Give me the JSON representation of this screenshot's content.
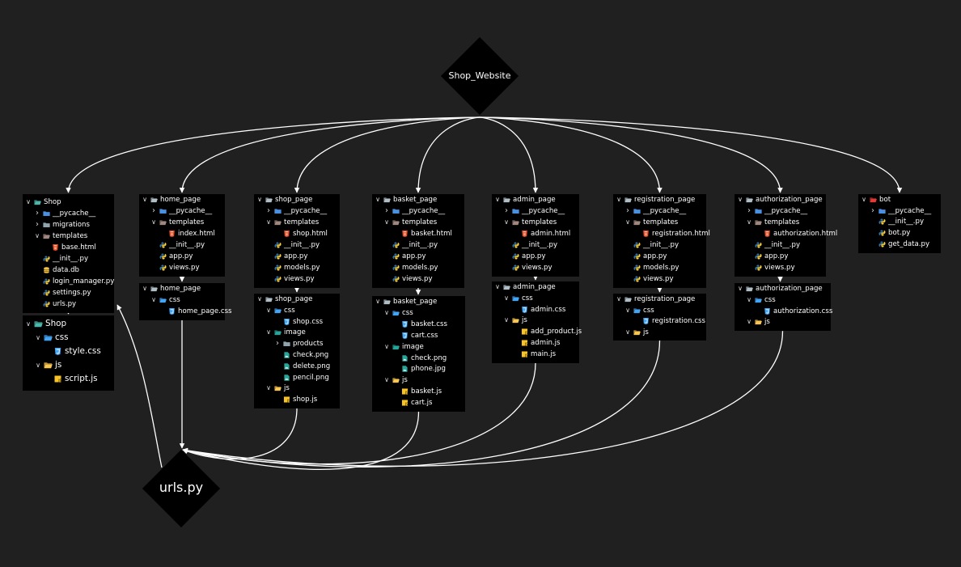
{
  "root_label": "Shop_Website",
  "target_label": "urls.py",
  "colors": {
    "background": "#202020",
    "panel": "#000000",
    "text": "#ffffff",
    "connector": "#ffffff",
    "folder": "#90a4ae",
    "folder_open": "#b0bec5",
    "pycache_folder": "#4a90e2",
    "templates_folder": "#a1887f",
    "css_folder": "#42a5f5",
    "js_folder": "#f9c74f",
    "image_folder": "#26a69a",
    "app_folder": "#4db6ac",
    "bot_folder": "#e53935",
    "html_file": "#e44d26",
    "css_file": "#42a5f5",
    "js_file": "#f7c325",
    "py_blue": "#3572a5",
    "py_yellow": "#ffd43b",
    "db_file": "#f4c542",
    "png_file": "#26a69a"
  },
  "panels": [
    {
      "id": "shop",
      "rows": [
        {
          "label": "Shop",
          "icon": "app-folder-open-icon",
          "chev": "down",
          "depth": 0
        },
        {
          "label": "__pycache__",
          "icon": "pycache-folder-icon",
          "chev": "right",
          "depth": 1
        },
        {
          "label": "migrations",
          "icon": "folder-icon",
          "chev": "right",
          "depth": 1
        },
        {
          "label": "templates",
          "icon": "templates-folder-open-icon",
          "chev": "down",
          "depth": 1
        },
        {
          "label": "base.html",
          "icon": "html-file-icon",
          "depth": 2
        },
        {
          "label": "__init__.py",
          "icon": "python-file-icon",
          "depth": 1
        },
        {
          "label": "data.db",
          "icon": "database-file-icon",
          "depth": 1
        },
        {
          "label": "login_manager.py",
          "icon": "python-file-icon",
          "depth": 1
        },
        {
          "label": "settings.py",
          "icon": "python-file-icon",
          "depth": 1
        },
        {
          "label": "urls.py",
          "icon": "python-file-icon",
          "depth": 1
        }
      ]
    },
    {
      "id": "shop-static",
      "rows": [
        {
          "label": "Shop",
          "icon": "app-folder-open-icon",
          "chev": "down",
          "depth": 0
        },
        {
          "label": "css",
          "icon": "css-folder-open-icon",
          "chev": "down",
          "depth": 1
        },
        {
          "label": "style.css",
          "icon": "css-file-icon",
          "depth": 2
        },
        {
          "label": "js",
          "icon": "js-folder-open-icon",
          "chev": "down",
          "depth": 1
        },
        {
          "label": "script.js",
          "icon": "js-file-icon",
          "depth": 2
        }
      ]
    },
    {
      "id": "home-page",
      "rows": [
        {
          "label": "home_page",
          "icon": "folder-open-icon",
          "chev": "down",
          "depth": 0
        },
        {
          "label": "__pycache__",
          "icon": "pycache-folder-icon",
          "chev": "right",
          "depth": 1
        },
        {
          "label": "templates",
          "icon": "templates-folder-open-icon",
          "chev": "down",
          "depth": 1
        },
        {
          "label": "index.html",
          "icon": "html-file-icon",
          "depth": 2
        },
        {
          "label": "__init__.py",
          "icon": "python-file-icon",
          "depth": 1
        },
        {
          "label": "app.py",
          "icon": "python-file-icon",
          "depth": 1
        },
        {
          "label": "views.py",
          "icon": "python-file-icon",
          "depth": 1
        }
      ]
    },
    {
      "id": "home-page-static",
      "rows": [
        {
          "label": "home_page",
          "icon": "folder-open-icon",
          "chev": "down",
          "depth": 0
        },
        {
          "label": "css",
          "icon": "css-folder-open-icon",
          "chev": "down",
          "depth": 1
        },
        {
          "label": "home_page.css",
          "icon": "css-file-icon",
          "depth": 2
        }
      ]
    },
    {
      "id": "shop-page",
      "rows": [
        {
          "label": "shop_page",
          "icon": "folder-open-icon",
          "chev": "down",
          "depth": 0
        },
        {
          "label": "__pycache__",
          "icon": "pycache-folder-icon",
          "chev": "right",
          "depth": 1
        },
        {
          "label": "templates",
          "icon": "templates-folder-open-icon",
          "chev": "down",
          "depth": 1
        },
        {
          "label": "shop.html",
          "icon": "html-file-icon",
          "depth": 2
        },
        {
          "label": "__init__.py",
          "icon": "python-file-icon",
          "depth": 1
        },
        {
          "label": "app.py",
          "icon": "python-file-icon",
          "depth": 1
        },
        {
          "label": "models.py",
          "icon": "python-file-icon",
          "depth": 1
        },
        {
          "label": "views.py",
          "icon": "python-file-icon",
          "depth": 1
        }
      ]
    },
    {
      "id": "shop-page-static",
      "rows": [
        {
          "label": "shop_page",
          "icon": "folder-open-icon",
          "chev": "down",
          "depth": 0
        },
        {
          "label": "css",
          "icon": "css-folder-open-icon",
          "chev": "down",
          "depth": 1
        },
        {
          "label": "shop.css",
          "icon": "css-file-icon",
          "depth": 2
        },
        {
          "label": "image",
          "icon": "image-folder-open-icon",
          "chev": "down",
          "depth": 1
        },
        {
          "label": "products",
          "icon": "folder-icon",
          "chev": "right",
          "depth": 2
        },
        {
          "label": "check.png",
          "icon": "png-file-icon",
          "depth": 2
        },
        {
          "label": "delete.png",
          "icon": "png-file-icon",
          "depth": 2
        },
        {
          "label": "pencil.png",
          "icon": "png-file-icon",
          "depth": 2
        },
        {
          "label": "js",
          "icon": "js-folder-open-icon",
          "chev": "down",
          "depth": 1
        },
        {
          "label": "shop.js",
          "icon": "js-file-icon",
          "depth": 2
        }
      ]
    },
    {
      "id": "basket-page",
      "rows": [
        {
          "label": "basket_page",
          "icon": "folder-open-icon",
          "chev": "down",
          "depth": 0
        },
        {
          "label": "__pycache__",
          "icon": "pycache-folder-icon",
          "chev": "right",
          "depth": 1
        },
        {
          "label": "templates",
          "icon": "templates-folder-open-icon",
          "chev": "down",
          "depth": 1
        },
        {
          "label": "basket.html",
          "icon": "html-file-icon",
          "depth": 2
        },
        {
          "label": "__init__.py",
          "icon": "python-file-icon",
          "depth": 1
        },
        {
          "label": "app.py",
          "icon": "python-file-icon",
          "depth": 1
        },
        {
          "label": "models.py",
          "icon": "python-file-icon",
          "depth": 1
        },
        {
          "label": "views.py",
          "icon": "python-file-icon",
          "depth": 1
        }
      ]
    },
    {
      "id": "basket-page-static",
      "rows": [
        {
          "label": "basket_page",
          "icon": "folder-open-icon",
          "chev": "down",
          "depth": 0
        },
        {
          "label": "css",
          "icon": "css-folder-open-icon",
          "chev": "down",
          "depth": 1
        },
        {
          "label": "basket.css",
          "icon": "css-file-icon",
          "depth": 2
        },
        {
          "label": "cart.css",
          "icon": "css-file-icon",
          "depth": 2
        },
        {
          "label": "image",
          "icon": "image-folder-open-icon",
          "chev": "down",
          "depth": 1
        },
        {
          "label": "check.png",
          "icon": "png-file-icon",
          "depth": 2
        },
        {
          "label": "phone.jpg",
          "icon": "png-file-icon",
          "depth": 2
        },
        {
          "label": "js",
          "icon": "js-folder-open-icon",
          "chev": "down",
          "depth": 1
        },
        {
          "label": "basket.js",
          "icon": "js-file-icon",
          "depth": 2
        },
        {
          "label": "cart.js",
          "icon": "js-file-icon",
          "depth": 2
        }
      ]
    },
    {
      "id": "admin-page",
      "rows": [
        {
          "label": "admin_page",
          "icon": "folder-open-icon",
          "chev": "down",
          "depth": 0
        },
        {
          "label": "__pycache__",
          "icon": "pycache-folder-icon",
          "chev": "right",
          "depth": 1
        },
        {
          "label": "templates",
          "icon": "templates-folder-open-icon",
          "chev": "down",
          "depth": 1
        },
        {
          "label": "admin.html",
          "icon": "html-file-icon",
          "depth": 2
        },
        {
          "label": "__init__.py",
          "icon": "python-file-icon",
          "depth": 1
        },
        {
          "label": "app.py",
          "icon": "python-file-icon",
          "depth": 1
        },
        {
          "label": "views.py",
          "icon": "python-file-icon",
          "depth": 1
        }
      ]
    },
    {
      "id": "admin-page-static",
      "rows": [
        {
          "label": "admin_page",
          "icon": "folder-open-icon",
          "chev": "down",
          "depth": 0
        },
        {
          "label": "css",
          "icon": "css-folder-open-icon",
          "chev": "down",
          "depth": 1
        },
        {
          "label": "admin.css",
          "icon": "css-file-icon",
          "depth": 2
        },
        {
          "label": "js",
          "icon": "js-folder-open-icon",
          "chev": "down",
          "depth": 1
        },
        {
          "label": "add_product.js",
          "icon": "js-file-icon",
          "depth": 2
        },
        {
          "label": "admin.js",
          "icon": "js-file-icon",
          "depth": 2
        },
        {
          "label": "main.js",
          "icon": "js-file-icon",
          "depth": 2
        }
      ]
    },
    {
      "id": "registration-page",
      "rows": [
        {
          "label": "registration_page",
          "icon": "folder-open-icon",
          "chev": "down",
          "depth": 0
        },
        {
          "label": "__pycache__",
          "icon": "pycache-folder-icon",
          "chev": "right",
          "depth": 1
        },
        {
          "label": "templates",
          "icon": "templates-folder-open-icon",
          "chev": "down",
          "depth": 1
        },
        {
          "label": "registration.html",
          "icon": "html-file-icon",
          "depth": 2
        },
        {
          "label": "__init__.py",
          "icon": "python-file-icon",
          "depth": 1
        },
        {
          "label": "app.py",
          "icon": "python-file-icon",
          "depth": 1
        },
        {
          "label": "models.py",
          "icon": "python-file-icon",
          "depth": 1
        },
        {
          "label": "views.py",
          "icon": "python-file-icon",
          "depth": 1
        }
      ]
    },
    {
      "id": "registration-page-static",
      "rows": [
        {
          "label": "registration_page",
          "icon": "folder-open-icon",
          "chev": "down",
          "depth": 0
        },
        {
          "label": "css",
          "icon": "css-folder-open-icon",
          "chev": "down",
          "depth": 1
        },
        {
          "label": "registration.css",
          "icon": "css-file-icon",
          "depth": 2
        },
        {
          "label": "js",
          "icon": "js-folder-open-icon",
          "chev": "down",
          "depth": 1
        }
      ]
    },
    {
      "id": "authorization-page",
      "rows": [
        {
          "label": "authorization_page",
          "icon": "folder-open-icon",
          "chev": "down",
          "depth": 0
        },
        {
          "label": "__pycache__",
          "icon": "pycache-folder-icon",
          "chev": "right",
          "depth": 1
        },
        {
          "label": "templates",
          "icon": "templates-folder-open-icon",
          "chev": "down",
          "depth": 1
        },
        {
          "label": "authorization.html",
          "icon": "html-file-icon",
          "depth": 2
        },
        {
          "label": "__init__.py",
          "icon": "python-file-icon",
          "depth": 1
        },
        {
          "label": "app.py",
          "icon": "python-file-icon",
          "depth": 1
        },
        {
          "label": "views.py",
          "icon": "python-file-icon",
          "depth": 1
        }
      ]
    },
    {
      "id": "authorization-page-static",
      "rows": [
        {
          "label": "authorization_page",
          "icon": "folder-open-icon",
          "chev": "down",
          "depth": 0
        },
        {
          "label": "css",
          "icon": "css-folder-open-icon",
          "chev": "down",
          "depth": 1
        },
        {
          "label": "authorization.css",
          "icon": "css-file-icon",
          "depth": 2
        },
        {
          "label": "js",
          "icon": "js-folder-open-icon",
          "chev": "down",
          "depth": 1
        }
      ]
    },
    {
      "id": "bot",
      "rows": [
        {
          "label": "bot",
          "icon": "bot-folder-open-icon",
          "chev": "down",
          "depth": 0
        },
        {
          "label": "__pycache__",
          "icon": "pycache-folder-icon",
          "chev": "right",
          "depth": 1
        },
        {
          "label": "__init__.py",
          "icon": "python-file-icon",
          "depth": 1
        },
        {
          "label": "bot.py",
          "icon": "python-file-icon",
          "depth": 1
        },
        {
          "label": "get_data.py",
          "icon": "python-file-icon",
          "depth": 1
        }
      ]
    }
  ],
  "edges": [
    {
      "from": "Shop_Website",
      "to": "shop"
    },
    {
      "from": "Shop_Website",
      "to": "home-page"
    },
    {
      "from": "Shop_Website",
      "to": "shop-page"
    },
    {
      "from": "Shop_Website",
      "to": "basket-page"
    },
    {
      "from": "Shop_Website",
      "to": "admin-page"
    },
    {
      "from": "Shop_Website",
      "to": "registration-page"
    },
    {
      "from": "Shop_Website",
      "to": "authorization-page"
    },
    {
      "from": "Shop_Website",
      "to": "bot"
    },
    {
      "from": "shop",
      "to": "shop-static"
    },
    {
      "from": "home-page",
      "to": "home-page-static"
    },
    {
      "from": "shop-page",
      "to": "shop-page-static"
    },
    {
      "from": "basket-page",
      "to": "basket-page-static"
    },
    {
      "from": "admin-page",
      "to": "admin-page-static"
    },
    {
      "from": "registration-page",
      "to": "registration-page-static"
    },
    {
      "from": "authorization-page",
      "to": "authorization-page-static"
    },
    {
      "from": "home-page-static",
      "to": "urls.py"
    },
    {
      "from": "shop-page-static",
      "to": "urls.py"
    },
    {
      "from": "basket-page-static",
      "to": "urls.py"
    },
    {
      "from": "admin-page-static",
      "to": "urls.py"
    },
    {
      "from": "registration-page-static",
      "to": "urls.py"
    },
    {
      "from": "authorization-page-static",
      "to": "urls.py"
    },
    {
      "from": "urls.py",
      "to": "shop"
    }
  ]
}
